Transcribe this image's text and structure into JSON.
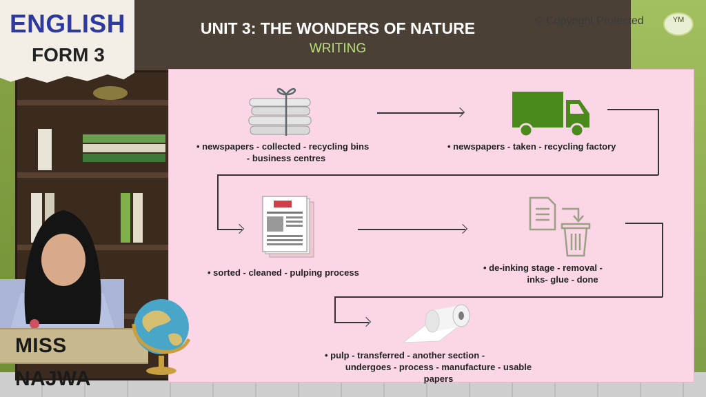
{
  "logo": {
    "subject": "ENGLISH",
    "form": "FORM 3"
  },
  "header": {
    "title": "UNIT 3: THE WONDERS  OF NATURE",
    "subtitle": "WRITING"
  },
  "copyright": {
    "text": "© Copyright Protected",
    "badge": "YM"
  },
  "steps": [
    {
      "icon": "bundled-newspapers-icon",
      "line1": "•  newspapers - collected - recycling bins",
      "line2": "- business centres"
    },
    {
      "icon": "delivery-truck-icon",
      "line1": "•  newspapers - taken - recycling  factory",
      "line2": ""
    },
    {
      "icon": "newspaper-stack-icon",
      "line1": "•  sorted - cleaned - pulping process",
      "line2": ""
    },
    {
      "icon": "document-to-bin-icon",
      "line1": "•       de-inking stage - removal -",
      "line2": "inks- glue - done"
    },
    {
      "icon": "paper-roll-icon",
      "line1": "•       pulp - transferred - another section -",
      "line2": "undergoes - process - manufacture - usable",
      "line3": "papers"
    }
  ],
  "presenter": {
    "name": "MISS NAJWA"
  },
  "colors": {
    "slide_bg": "#fbd6e6",
    "truck": "#4a8a1c",
    "title": "#ffffff",
    "subtitle": "#b9e07a",
    "logo_blue": "#2e3a9e"
  }
}
